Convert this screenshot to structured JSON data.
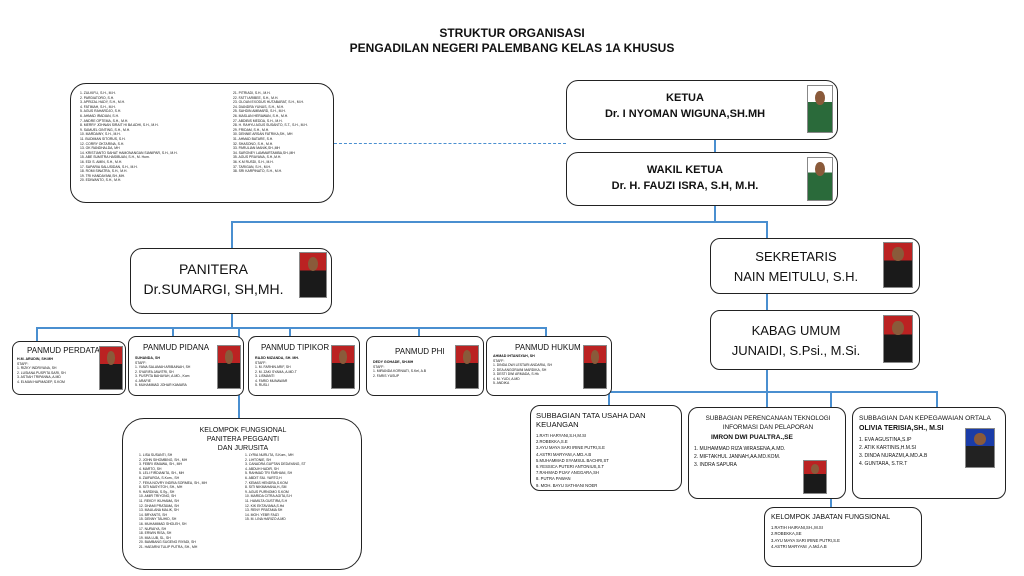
{
  "header": {
    "title": "STRUKTUR ORGANISASI",
    "subtitle": "PENGADILAN NEGERI PALEMBANG KELAS 1A KHUSUS"
  },
  "hakim_list": {
    "col1": [
      "1. ZULKIFLI, S.H., M.H.",
      "2. PARDIATORO, S.H.",
      "3. APRIZAL HADY, S.H., M.H.",
      "4. FATIMAH, S.H., M.H.",
      "5. AGUS RAHARDJO, S.H.",
      "6. AHMAD IRADIAN, S.H.",
      "7. ANDRE OPTEMA, S.H., M.H.",
      "8. MERRY JOHNAN SIRAIT HI BA ADHI, S.H., M.H.",
      "9. SAMUEL GINTING, S.H., M.H.",
      "10. MARDAINY, S.H., M.H.",
      "11. BUDIMAN SITORUS, S.H.",
      "12. CORRY OKTARINA, S.H.",
      "13. OK RANDHALDA, MH",
      "14. KRISTIANTO SAHAT HAMONANGAN SIANIPAR, S.H., M.H.",
      "15. ABE SUMITRA HASIBUAN, S.H., M. Hum.",
      "16. EDI S. AMIN, S.H., M.H.",
      "17. SAPARIA SALUSIDAN, S.H., M.H.",
      "18. ROMI SINATRA, S.H., M.H.",
      "19. TRI HANDAYANI,SH.,MH.",
      "20. EDIWANTO, S.H., M.H."
    ],
    "col2": [
      "21. PITRIADI, S.H., M.H.",
      "22. FATTI ARIBEE, S.H., M.H.",
      "23. OLOAN EXODUS HUTABARAT, S.H., M.H.",
      "24. DIANDRA YUNUS, S.H., M.H.",
      "25. SAHDIN AMIMARD, S.H., M.H.",
      "26. MASLAN HERAWAN, S.H., M.H.",
      "27. ABDIBIS MEDDA, S.H., M.H.",
      "28. H. RAHYU AGUS SUSANTO, S.T., S.H., M.H.",
      "29. FRIDAM, S.H., M.H.",
      "30. DENNIE ARSAN FATRIKA,SH., MH",
      "31. AHMAD BATARE, S.H.",
      "32. SHASONO, S.H., M.H.",
      "33. PARULIAN MANIK,SH.,MH",
      "34. SARONEY LAMMARTAMBA,SH.,MH",
      "35. AGUS PRAYANA, S.H.,M.H.",
      "36. K.M RUSDI, S.H., M.H.",
      "37. TARIGAN, S.H., M.H.",
      "38. SRI KARPINATO, S.H., M.H."
    ]
  },
  "ketua": {
    "label": "KETUA",
    "name": "Dr. I NYOMAN WIGUNA,SH.MH"
  },
  "wakil": {
    "label": "WAKIL KETUA",
    "name": "Dr. H. FAUZI ISRA, S.H, M.H."
  },
  "panitera": {
    "label": "PANITERA",
    "name": "Dr.SUMARGI, SH,MH."
  },
  "sekretaris": {
    "label": "SEKRETARIS",
    "name": "NAIN MEITULU, S.H."
  },
  "kabag": {
    "label": "KABAG UMUM",
    "name": "JUNAIDI, S.Psi., M.Si."
  },
  "panmud": [
    {
      "title": "PANMUD PERDATA",
      "name": "H.M. ARUDIN, SH.MH",
      "staff": [
        "STAFF:",
        "1. RIZKY INDRIYANA, SH",
        "2. LUSIANA PUSPITA SARI, SH",
        "3. ASTIAH TRIPANNA, A.MD",
        "4. ELMAN HAPMADEP, S.KOM"
      ]
    },
    {
      "title": "PANMUD PIDANA",
      "name": "SUHANDA, SH",
      "staff": [
        "STAFF:",
        "1. YANA SALAMAH ARIBAINAH, SH",
        "2. SYARIFA JAWITRI, SH",
        "3. PUSPITA  BAHAYAH, A.MD., Kom",
        "4. ARAFIE",
        "5. MUHAMMAD JOHAR KAMARA"
      ]
    },
    {
      "title": "PANMUD TIPIKOR",
      "name": "RAJID MIZANDA, SH. MH.",
      "staff": [
        "STAFF:",
        "1. M. FARHIN ARIF, SH",
        "2. M. ZAKI SYAMA, A.MD.T",
        "3. LISMANTI",
        "4. FARID MUNAWAR",
        "5. RUSLI"
      ]
    },
    {
      "title": "PANMUD PHI",
      "name": "DEDY GOHADE, SH.MH",
      "staff": [
        "STAFF:",
        "1. MIRANDA KORNIATI, S.Kel, A.B",
        "2. FARIS YUSUP"
      ]
    },
    {
      "title": "PANMUD HUKUM",
      "name": "AHMAD IHTANSYAH, SH",
      "staff": [
        "STAFF:",
        "1. DINDA DWI LESTARI ANDARIA, SH",
        "2. DEA ANGGRAINI MARDIKA, SH",
        "3. DESTI DWI ARMADA, S.Hk",
        "4. M. YUDI, A.MD",
        "5. ANDIKA"
      ]
    }
  ],
  "kelompok_panitera": {
    "title": "KELOMPOK FUNGSIONAL",
    "title2": "PANITERA PEGGANTI",
    "title3": "DAN JURUSITA",
    "col1": [
      "1. LISA SUSANTI, SH",
      "2. JOHN SIHOMBING, SH., MH",
      "3. FEBRI ISMAWA, SH., MH",
      "4. MARTO, SH",
      "5. LELI FIRDIANITA, SH., MH",
      "6. ZAIFAROA, S.Kom., SH",
      "7. FEKA NOVRY INDRIA SORMEA, SH., MH",
      "8. SITI MASYITOH, SH., MH",
      "9. HARDINA, S.Sy., SH",
      "10. AMIR TRIYONO, SH",
      "11. REKDY IKUHAMA, SH",
      "12. DHAMI PRATAMA, SH",
      "13. MAULANA MALIK, SH",
      "14. BRYANTS, SH",
      "15. DENNY TAUHID, SH",
      "16. MUHAMMAD SHOLEH, SH",
      "17. NURAIYA, SH",
      "18. ERWIN RISA, SH",
      "19. MIA LUB, SL, SH",
      "20. BAMBANG SUGENG RIYADI, SH",
      "21. HAEARNI TULIP PUTRA, SH., MH"
    ],
    "col2": [
      "1. LYRIA NURLITA, S.Kom., MH",
      "2. LIHTONIE, SH",
      "3. CANADRA GUPTAN DEDAYANG, ST",
      "4. ABDUH HADIR, SH",
      "5. RAHMAD TRI FARHANI, SH",
      "6. ABDIT SIU. YARTO,H",
      "7. KEMAS HENDRA,S.KOM",
      "8. SITI NIKMAHANA,H.,SM",
      "9. AGUS PURNOMO S.KOM",
      "10. MARIDA CITRA AGITA,S.H",
      "11. HAMILTA GUSTIRA,S.H",
      "12. KIK EKTAVIANA,S.Hd",
      "13. RENY PRATAMA SH",
      "14. MOH. YEBR FAIZI",
      "15. M. LINA HARIZO A.MD"
    ]
  },
  "subbagian_tu": {
    "title": "SUBBAGIAN TATA USAHA DAN KEUANGAN",
    "items": [
      "1.RATI HARYANI,S.H,M.SI",
      "2.ROBEKKA,S.E",
      "3.AYU MAYA SARI IRINE PUTRI,S.E",
      "4.ASTRI MARYANI,A.MD.A.B",
      "5.MUHAMMAD SYAMSUL BACHRI,ST",
      "6.YESSICA PUTERI ANTONIUS,S.T",
      "7.RAHMAD PIJAY ANGGARA,SH",
      "8. PUTRA PAWAN",
      "9. MOH. BAYU SATHIANI NOER"
    ]
  },
  "subbagian_ptip": {
    "title": "SUBBAGIAN PERENCANAAN TEKNOLOGI",
    "title2": "INFORMASI DAN PELAPORAN",
    "head": "IMRON DWI PUALTRA.,SE",
    "items": [
      "1. MUHAMMAD RIZA WIRASENA,A.MD.",
      "2. MIFTAKHUL JANNAH,AA.MD.KOM.",
      "3. INDRA SAPURA"
    ]
  },
  "subbagian_kepegawaian": {
    "title": "SUBBAGIAN DAN KEPEGAWAIAN ORTALA",
    "head": "OLIVIA TERISIA,SH., M.SI",
    "items": [
      "1. EVA AGUSTINA,S.IP",
      "2. ATIK KARTINIS,H.M.SI",
      "3. DINDA NURAZMI,A.MD.A.B",
      "4. GUNTARA, S.TR.T"
    ]
  },
  "kelompok_jabatan": {
    "title": "KELOMPOK JABATAN FUNGSIONAL",
    "items": [
      "1.RATIH HAIRANI,SH.,M.SI",
      "2.ROBEKKA,SE",
      "3.AYU MAYA SARI IRINE PUTRI,S.E",
      "4.ASTRI MARYANI ,A.Md.A.B"
    ]
  },
  "colors": {
    "connector": "#4a8fd0",
    "border": "#222222"
  }
}
